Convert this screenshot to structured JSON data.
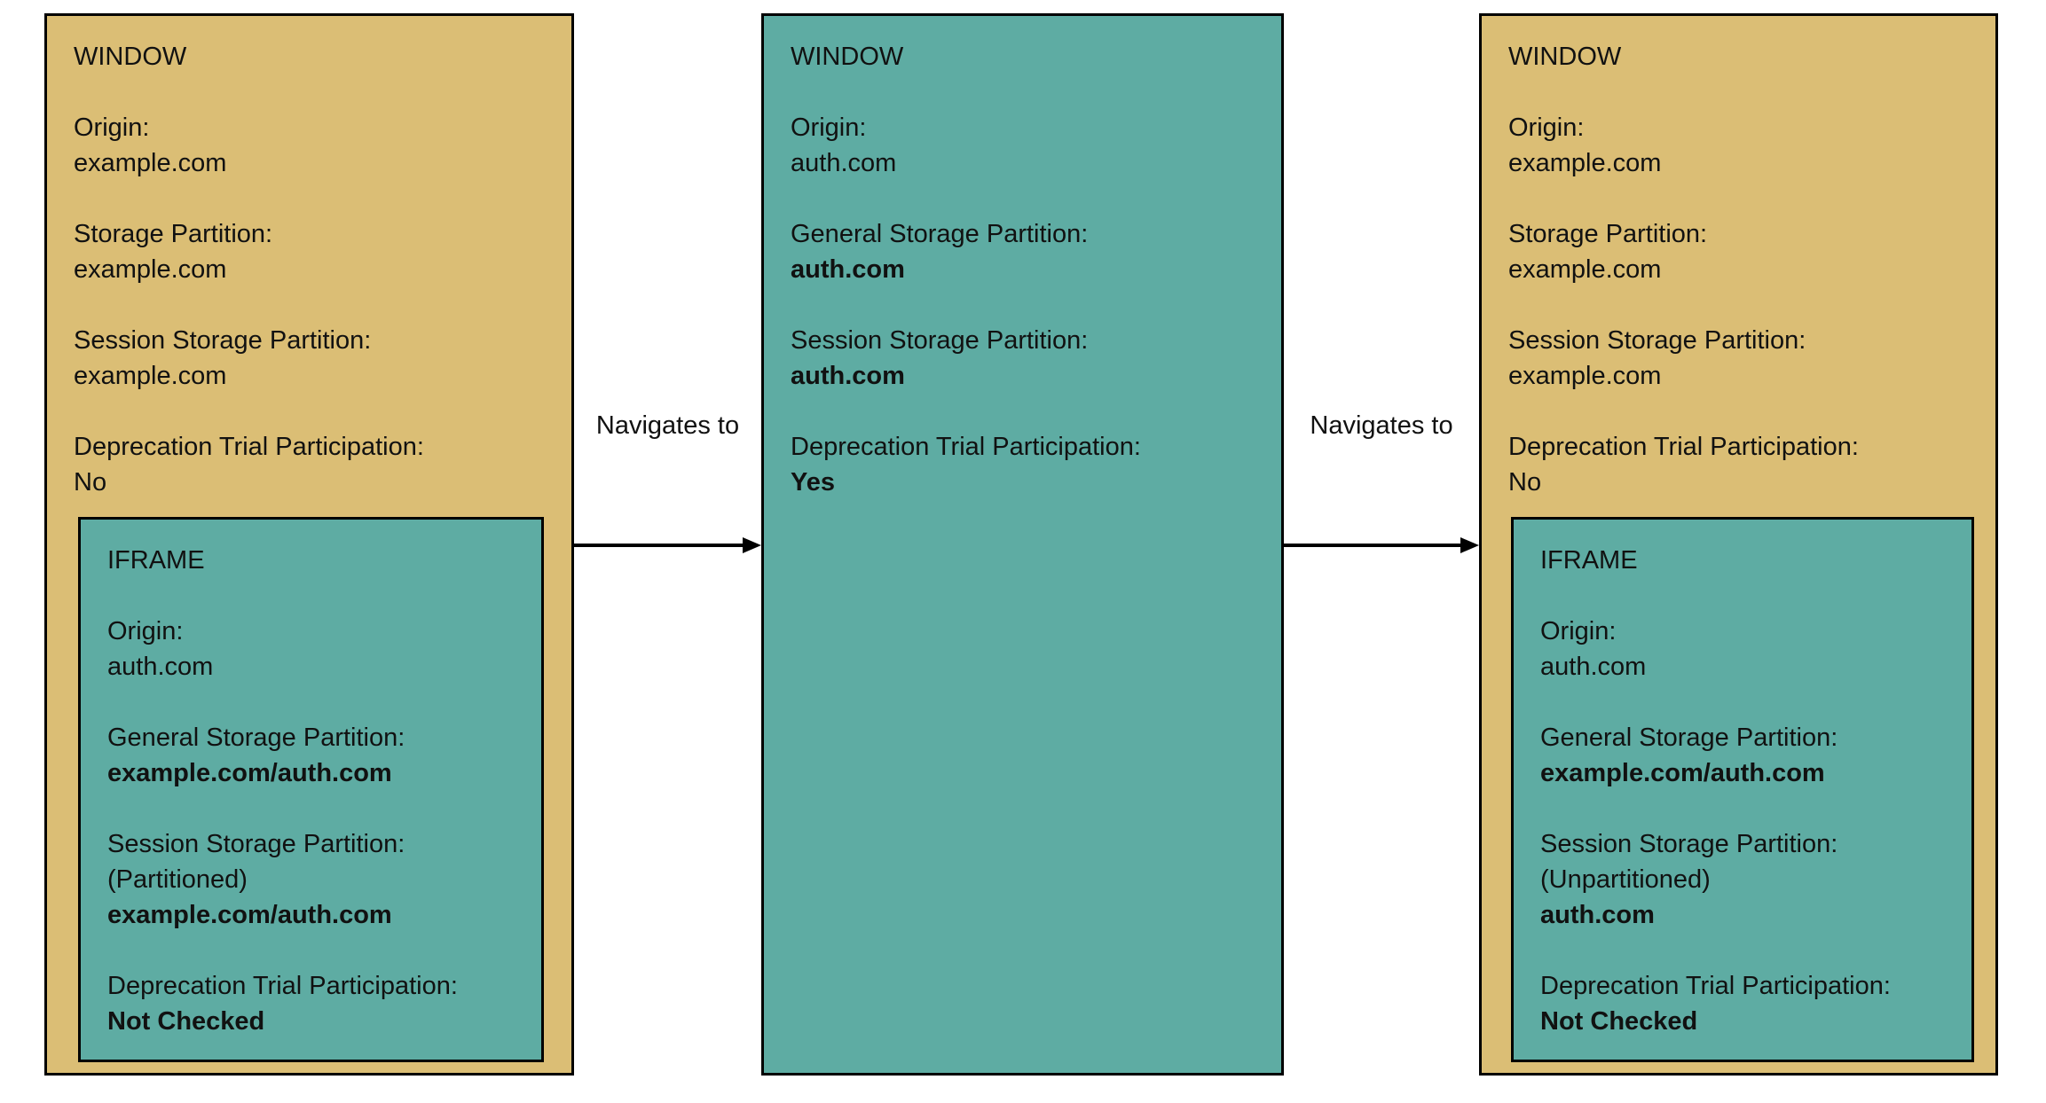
{
  "colors": {
    "window_fill": "#dbbe75",
    "iframe_fill": "#5eaca3",
    "border": "#000000",
    "background": "#ffffff"
  },
  "arrows": [
    {
      "label": "Navigates to"
    },
    {
      "label": "Navigates to"
    }
  ],
  "boxes": {
    "window1": {
      "title": "WINDOW",
      "sections": [
        {
          "label": "Origin:",
          "lines": [
            "example.com"
          ]
        },
        {
          "label": "Storage Partition:",
          "lines": [
            "example.com"
          ]
        },
        {
          "label": "Session Storage Partition:",
          "lines": [
            "example.com"
          ]
        },
        {
          "label": "Deprecation Trial Participation:",
          "lines": [
            "No"
          ]
        }
      ]
    },
    "iframe1": {
      "title": "IFRAME",
      "sections": [
        {
          "label": "Origin:",
          "lines": [
            "auth.com"
          ]
        },
        {
          "label": "General Storage Partition:",
          "lines": [
            "example.com/auth.com"
          ]
        },
        {
          "label": "Session Storage Partition:",
          "lines": [
            "(Partitioned)",
            "example.com/auth.com"
          ]
        },
        {
          "label": "Deprecation Trial Participation:",
          "lines": [
            "Not Checked"
          ]
        }
      ]
    },
    "window2": {
      "title": "WINDOW",
      "sections": [
        {
          "label": "Origin:",
          "lines": [
            "auth.com"
          ]
        },
        {
          "label": "General Storage Partition:",
          "lines": [
            "auth.com"
          ]
        },
        {
          "label": "Session Storage Partition:",
          "lines": [
            "auth.com"
          ]
        },
        {
          "label": "Deprecation Trial Participation:",
          "lines": [
            "Yes"
          ]
        }
      ]
    },
    "window3": {
      "title": "WINDOW",
      "sections": [
        {
          "label": "Origin:",
          "lines": [
            "example.com"
          ]
        },
        {
          "label": "Storage Partition:",
          "lines": [
            "example.com"
          ]
        },
        {
          "label": "Session Storage Partition:",
          "lines": [
            "example.com"
          ]
        },
        {
          "label": "Deprecation Trial Participation:",
          "lines": [
            "No"
          ]
        }
      ]
    },
    "iframe3": {
      "title": "IFRAME",
      "sections": [
        {
          "label": "Origin:",
          "lines": [
            "auth.com"
          ]
        },
        {
          "label": "General Storage Partition:",
          "lines": [
            "example.com/auth.com"
          ]
        },
        {
          "label": "Session Storage Partition:",
          "lines": [
            "(Unpartitioned)",
            "auth.com"
          ]
        },
        {
          "label": "Deprecation Trial Participation:",
          "lines": [
            "Not Checked"
          ]
        }
      ]
    }
  }
}
